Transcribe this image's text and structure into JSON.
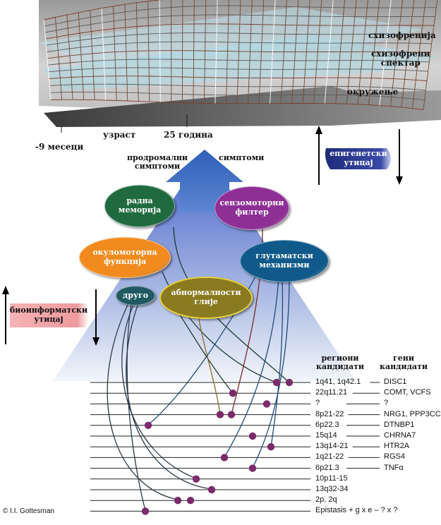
{
  "landscape": {
    "label_schizophrenia": "схизофренија",
    "label_spectrum": "схизофрени\nспектар",
    "label_environment": "окружење",
    "label_minus9": "-9 месеци",
    "label_age": "узраст",
    "label_25": "25 година"
  },
  "arrow": {
    "label_prodromal": "продромални\nсимптоми",
    "label_symptoms": "симптоми"
  },
  "epigenetic": {
    "label": "епигенетски\nутицај",
    "color": "#2e3a8c"
  },
  "bioinformatic": {
    "label": "биоинформатски\nутицај",
    "color": "#f0a0a3"
  },
  "nodes": {
    "working_memory": {
      "label": "радна\nмеморија",
      "color": "#1f6b3f"
    },
    "sensorimotor": {
      "label": "сензомоторни\nфилтер",
      "color": "#8e2f96"
    },
    "oculomotor": {
      "label": "окуломоторна\nфункција",
      "color": "#f28b1e"
    },
    "glutamate": {
      "label": "глутаматски\nмеханизми",
      "color": "#0f5a8a"
    },
    "other": {
      "label": "друго",
      "color": "#1f5a63"
    },
    "glia": {
      "label": "абнормалности\nглије",
      "color": "#8a7a1f"
    }
  },
  "table": {
    "header_regions": "региони\nкандидати",
    "header_genes": "гени\nкандидати",
    "rows": [
      {
        "region": "1q41, 1q42.1",
        "gene": "DISC1"
      },
      {
        "region": "22q11.21",
        "gene": "COMT, VCFS"
      },
      {
        "region": "?",
        "gene": "?"
      },
      {
        "region": "8p21-22",
        "gene": "NRG1, PPP3CC"
      },
      {
        "region": "6p22.3",
        "gene": "DTNBP1"
      },
      {
        "region": "15q14",
        "gene": "CHRNA7"
      },
      {
        "region": "13q14-21",
        "gene": "HTR2A"
      },
      {
        "region": "1q21-22",
        "gene": "RGS4"
      },
      {
        "region": "6p21.3",
        "gene": "TNFα"
      },
      {
        "region": "10p11-15",
        "gene": ""
      },
      {
        "region": "13q32-34",
        "gene": ""
      },
      {
        "region": "2p, 2q",
        "gene": ""
      },
      {
        "region": "Epistasis + g x e – ? x ?",
        "gene": ""
      }
    ]
  },
  "copyright": "© I.I. Gottesman"
}
